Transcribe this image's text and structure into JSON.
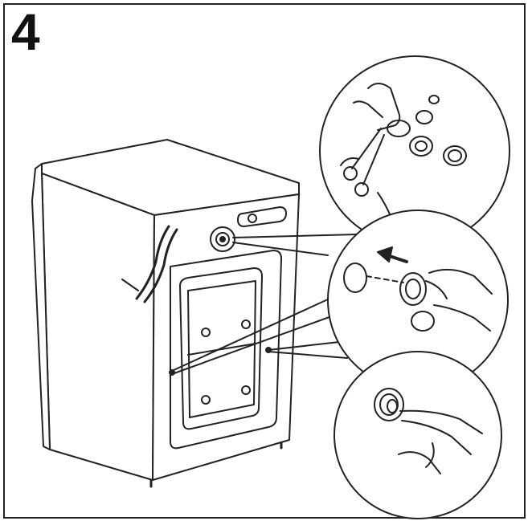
{
  "step": {
    "number": "4"
  },
  "colors": {
    "line": "#222222",
    "background": "#ffffff"
  },
  "illustration": {
    "subject": "washing-machine-rear-view",
    "detail_circles": [
      "remove-bolts-detail",
      "insert-cap-detail",
      "press-cap-detail"
    ]
  }
}
